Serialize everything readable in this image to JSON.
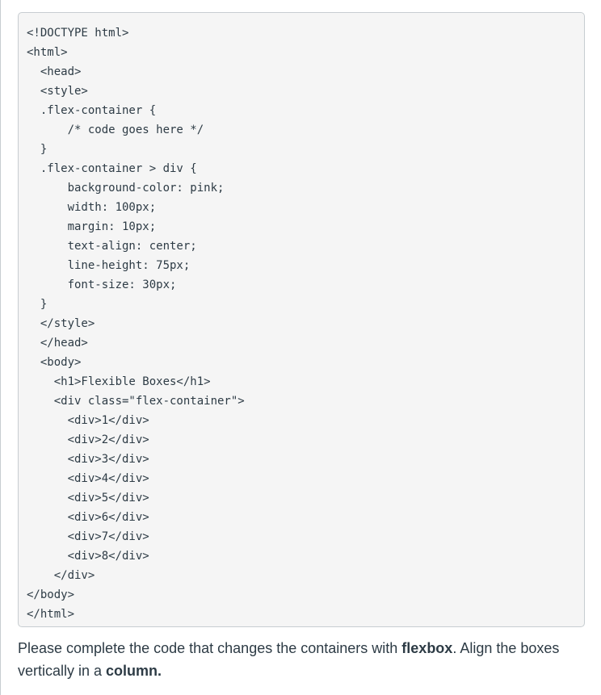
{
  "code_block": {
    "lines": [
      "<!DOCTYPE html>",
      "<html>",
      "  <head>",
      "  <style>",
      "  .flex-container {",
      "      /* code goes here */",
      "  }",
      "  .flex-container > div {",
      "      background-color: pink;",
      "      width: 100px;",
      "      margin: 10px;",
      "      text-align: center;",
      "      line-height: 75px;",
      "      font-size: 30px;",
      "  }",
      "  </style>",
      "  </head>",
      "  <body>",
      "    <h1>Flexible Boxes</h1>",
      "    <div class=\"flex-container\">",
      "      <div>1</div>",
      "      <div>2</div>",
      "      <div>3</div>",
      "      <div>4</div>",
      "      <div>5</div>",
      "      <div>6</div>",
      "      <div>7</div>",
      "      <div>8</div>",
      "    </div>",
      "</body>",
      "</html>"
    ]
  },
  "question": {
    "part1": "Please complete the code that changes the containers with ",
    "bold1": "flexbox",
    "part2": ". Align the boxes vertically in a ",
    "bold2": "column."
  }
}
